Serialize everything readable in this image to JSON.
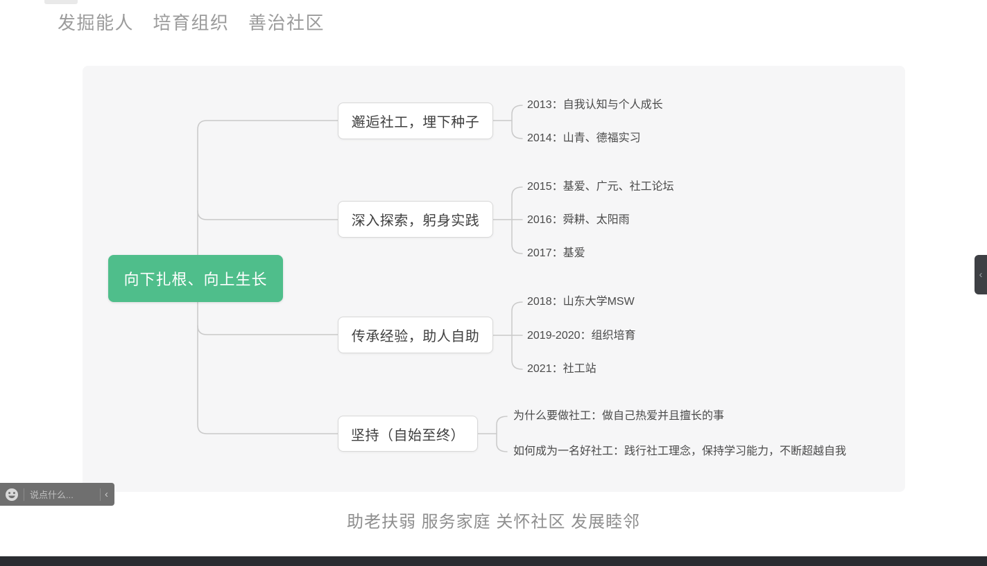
{
  "header": {
    "slogan_top": "发掘能人　培育组织　善治社区"
  },
  "mindmap": {
    "root": {
      "label": "向下扎根、向上生长"
    },
    "branches": [
      {
        "label": "邂逅社工，埋下种子",
        "leaves": [
          "2013：自我认知与个人成长",
          "2014：山青、德福实习"
        ]
      },
      {
        "label": "深入探索，躬身实践",
        "leaves": [
          "2015：基爱、广元、社工论坛",
          "2016：舜耕、太阳雨",
          "2017：基爱"
        ]
      },
      {
        "label": "传承经验，助人自助",
        "leaves": [
          "2018：山东大学MSW",
          "2019-2020：组织培育",
          "2021：社工站"
        ]
      },
      {
        "label": "坚持（自始至终）",
        "leaves": [
          "为什么要做社工：做自己热爱并且擅长的事",
          "如何成为一名好社工：践行社工理念，保持学习能力，不断超越自我"
        ]
      }
    ]
  },
  "footer": {
    "slogan_bottom": "助老扶弱 服务家庭 关怀社区 发展睦邻"
  },
  "chat": {
    "placeholder": "说点什么...",
    "collapse_glyph": "‹"
  },
  "side_tab": {
    "glyph": "‹"
  },
  "colors": {
    "accent_green": "#4fbe8b",
    "connector_line": "#c9c9c9",
    "canvas_bg": "#f6f6f7",
    "chat_bar_bg": "#6f6f6f",
    "bottom_bar_bg": "#2a2c31"
  }
}
